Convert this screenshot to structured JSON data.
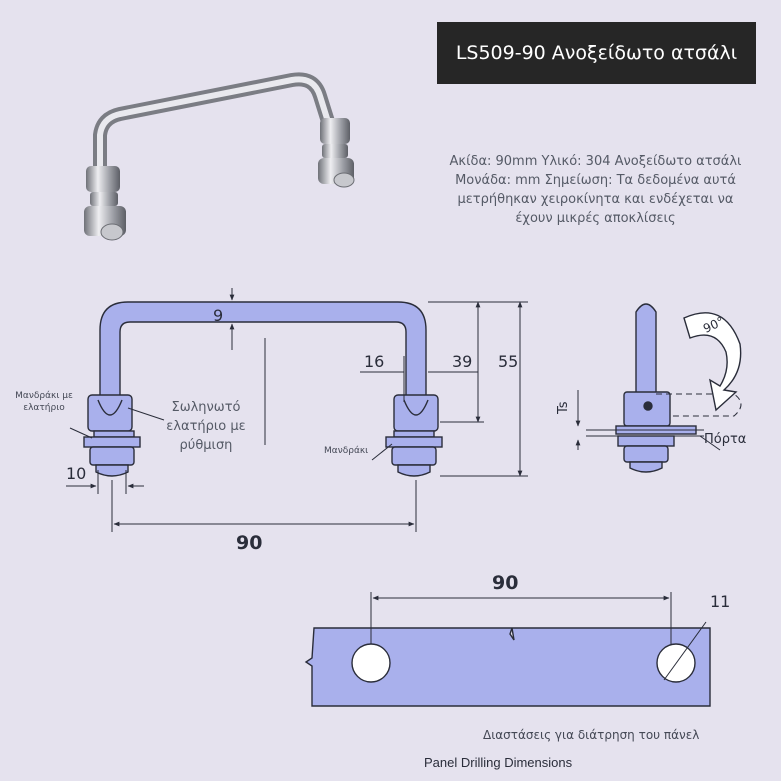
{
  "title": "LS509-90 Ανοξείδωτο ατσάλι",
  "info_text": "Ακίδα: 90mm Υλικό: 304 Ανοξείδωτο ατσάλι Μονάδα: mm Σημείωση: Τα δεδομένα αυτά μετρήθηκαν χειροκίνητα και ενδέχεται να έχουν μικρές αποκλίσεις",
  "front_view": {
    "dim_9": "9",
    "dim_16": "16",
    "dim_39": "39",
    "dim_55": "55",
    "dim_10": "10",
    "dim_90": "90",
    "label_spring_washer": "Μανδράκι με ελατήριο",
    "label_spring_tube": "Σωληνωτό ελατήριο με ρύθμιση",
    "label_washer": "Μανδράκι"
  },
  "side_view": {
    "angle": "90°",
    "label_ts": "Ts",
    "label_door": "Πόρτα"
  },
  "drilling": {
    "dim_90": "90",
    "dim_11": "11",
    "caption_el": "Διαστάσεις για διάτρηση του πάνελ",
    "caption_en": "Panel Drilling Dimensions"
  },
  "colors": {
    "part_fill": "#a9b0ec",
    "line": "#2a2d3a"
  }
}
